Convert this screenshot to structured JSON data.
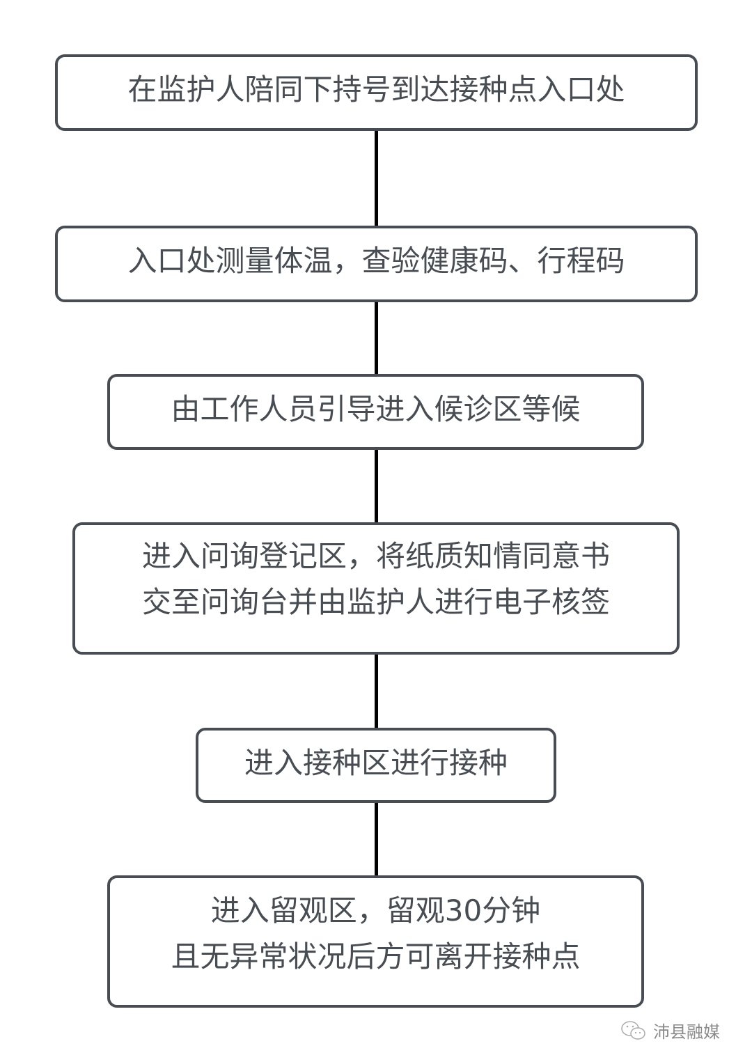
{
  "flowchart": {
    "steps": [
      {
        "lines": [
          "在监护人陪同下持号到达接种点入口处"
        ]
      },
      {
        "lines": [
          "入口处测量体温，查验健康码、行程码"
        ]
      },
      {
        "lines": [
          "由工作人员引导进入候诊区等候"
        ]
      },
      {
        "lines": [
          "进入问询登记区，将纸质知情同意书",
          "交至问询台并由监护人进行电子核签"
        ]
      },
      {
        "lines": [
          "进入接种区进行接种"
        ]
      },
      {
        "lines": [
          "进入留观区，留观30分钟",
          "且无异常状况后方可离开接种点"
        ]
      }
    ]
  },
  "watermark": {
    "text": "沛县融媒",
    "icon": "wechat-icon"
  },
  "colors": {
    "box_border": "#474d52",
    "text": "#474d52",
    "connector": "#000000",
    "watermark": "#8a8a8a"
  }
}
